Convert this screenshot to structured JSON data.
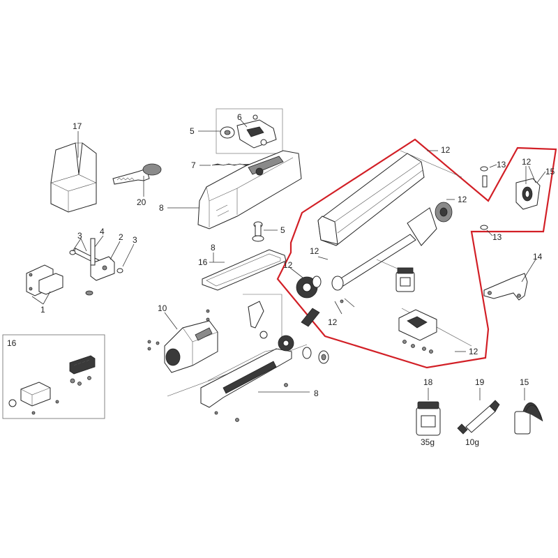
{
  "highlight_color": "#d21f26",
  "labels": {
    "p1": "1",
    "p2": "2",
    "p3a": "3",
    "p3b": "3",
    "p4": "4",
    "p5a": "5",
    "p5b": "5",
    "p6": "6",
    "p7": "7",
    "p8a": "8",
    "p8b": "8",
    "p8c": "8",
    "p10": "10",
    "p12a": "12",
    "p12b": "12",
    "p12c": "12",
    "p12d": "12",
    "p12e": "12",
    "p12f": "12",
    "p12g": "12",
    "p13a": "13",
    "p13b": "13",
    "p14": "14",
    "p15a": "15",
    "p15b": "15",
    "p16a": "16",
    "p16b": "16",
    "p17": "17",
    "p18": "18",
    "p19": "19",
    "p20": "20"
  },
  "quantities": {
    "jar": "35g",
    "tube": "10g"
  }
}
